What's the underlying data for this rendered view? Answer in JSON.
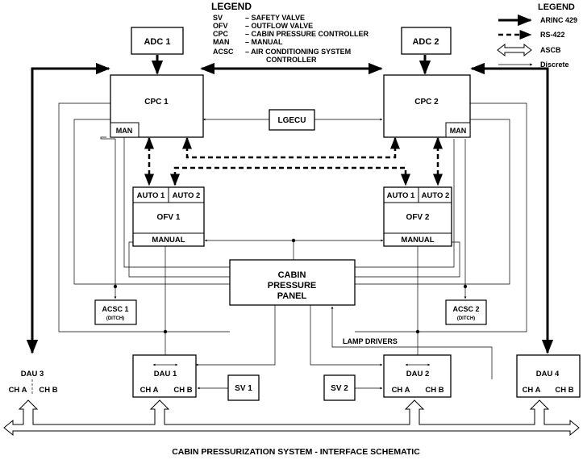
{
  "legend_left": {
    "title": "LEGEND",
    "items": [
      {
        "abbr": "SV",
        "desc": "– SAFETY VALVE"
      },
      {
        "abbr": "OFV",
        "desc": "– OUTFLOW VALVE"
      },
      {
        "abbr": "CPC",
        "desc": "– CABIN PRESSURE CONTROLLER"
      },
      {
        "abbr": "MAN",
        "desc": "– MANUAL"
      },
      {
        "abbr": "ACSC",
        "desc": "– AIR CONDITIONING SYSTEM"
      }
    ],
    "continuation": "CONTROLLER"
  },
  "legend_right": {
    "title": "LEGEND",
    "arinc": "ARINC 429",
    "rs422": "RS-422",
    "ascb": "ASCB",
    "discrete": "Discrete"
  },
  "boxes": {
    "adc1": "ADC 1",
    "adc2": "ADC 2",
    "cpc1": "CPC 1",
    "cpc2": "CPC 2",
    "man": "MAN",
    "lgecu": "LGECU",
    "auto1": "AUTO 1",
    "auto2": "AUTO 2",
    "ofv1": "OFV 1",
    "ofv2": "OFV 2",
    "manual": "MANUAL",
    "panel_line1": "CABIN",
    "panel_line2": "PRESSURE",
    "panel_line3": "PANEL",
    "acsc1": "ACSC 1",
    "acsc2": "ACSC 2",
    "ditch": "(DITCH)",
    "dau1": "DAU 1",
    "dau2": "DAU 2",
    "dau3": "DAU 3",
    "dau4": "DAU 4",
    "cha": "CH A",
    "chb": "CH B",
    "sv1": "SV 1",
    "sv2": "SV 2",
    "lamp_drivers": "LAMP DRIVERS"
  },
  "caption": "CABIN PRESSURIZATION SYSTEM - INTERFACE SCHEMATIC"
}
